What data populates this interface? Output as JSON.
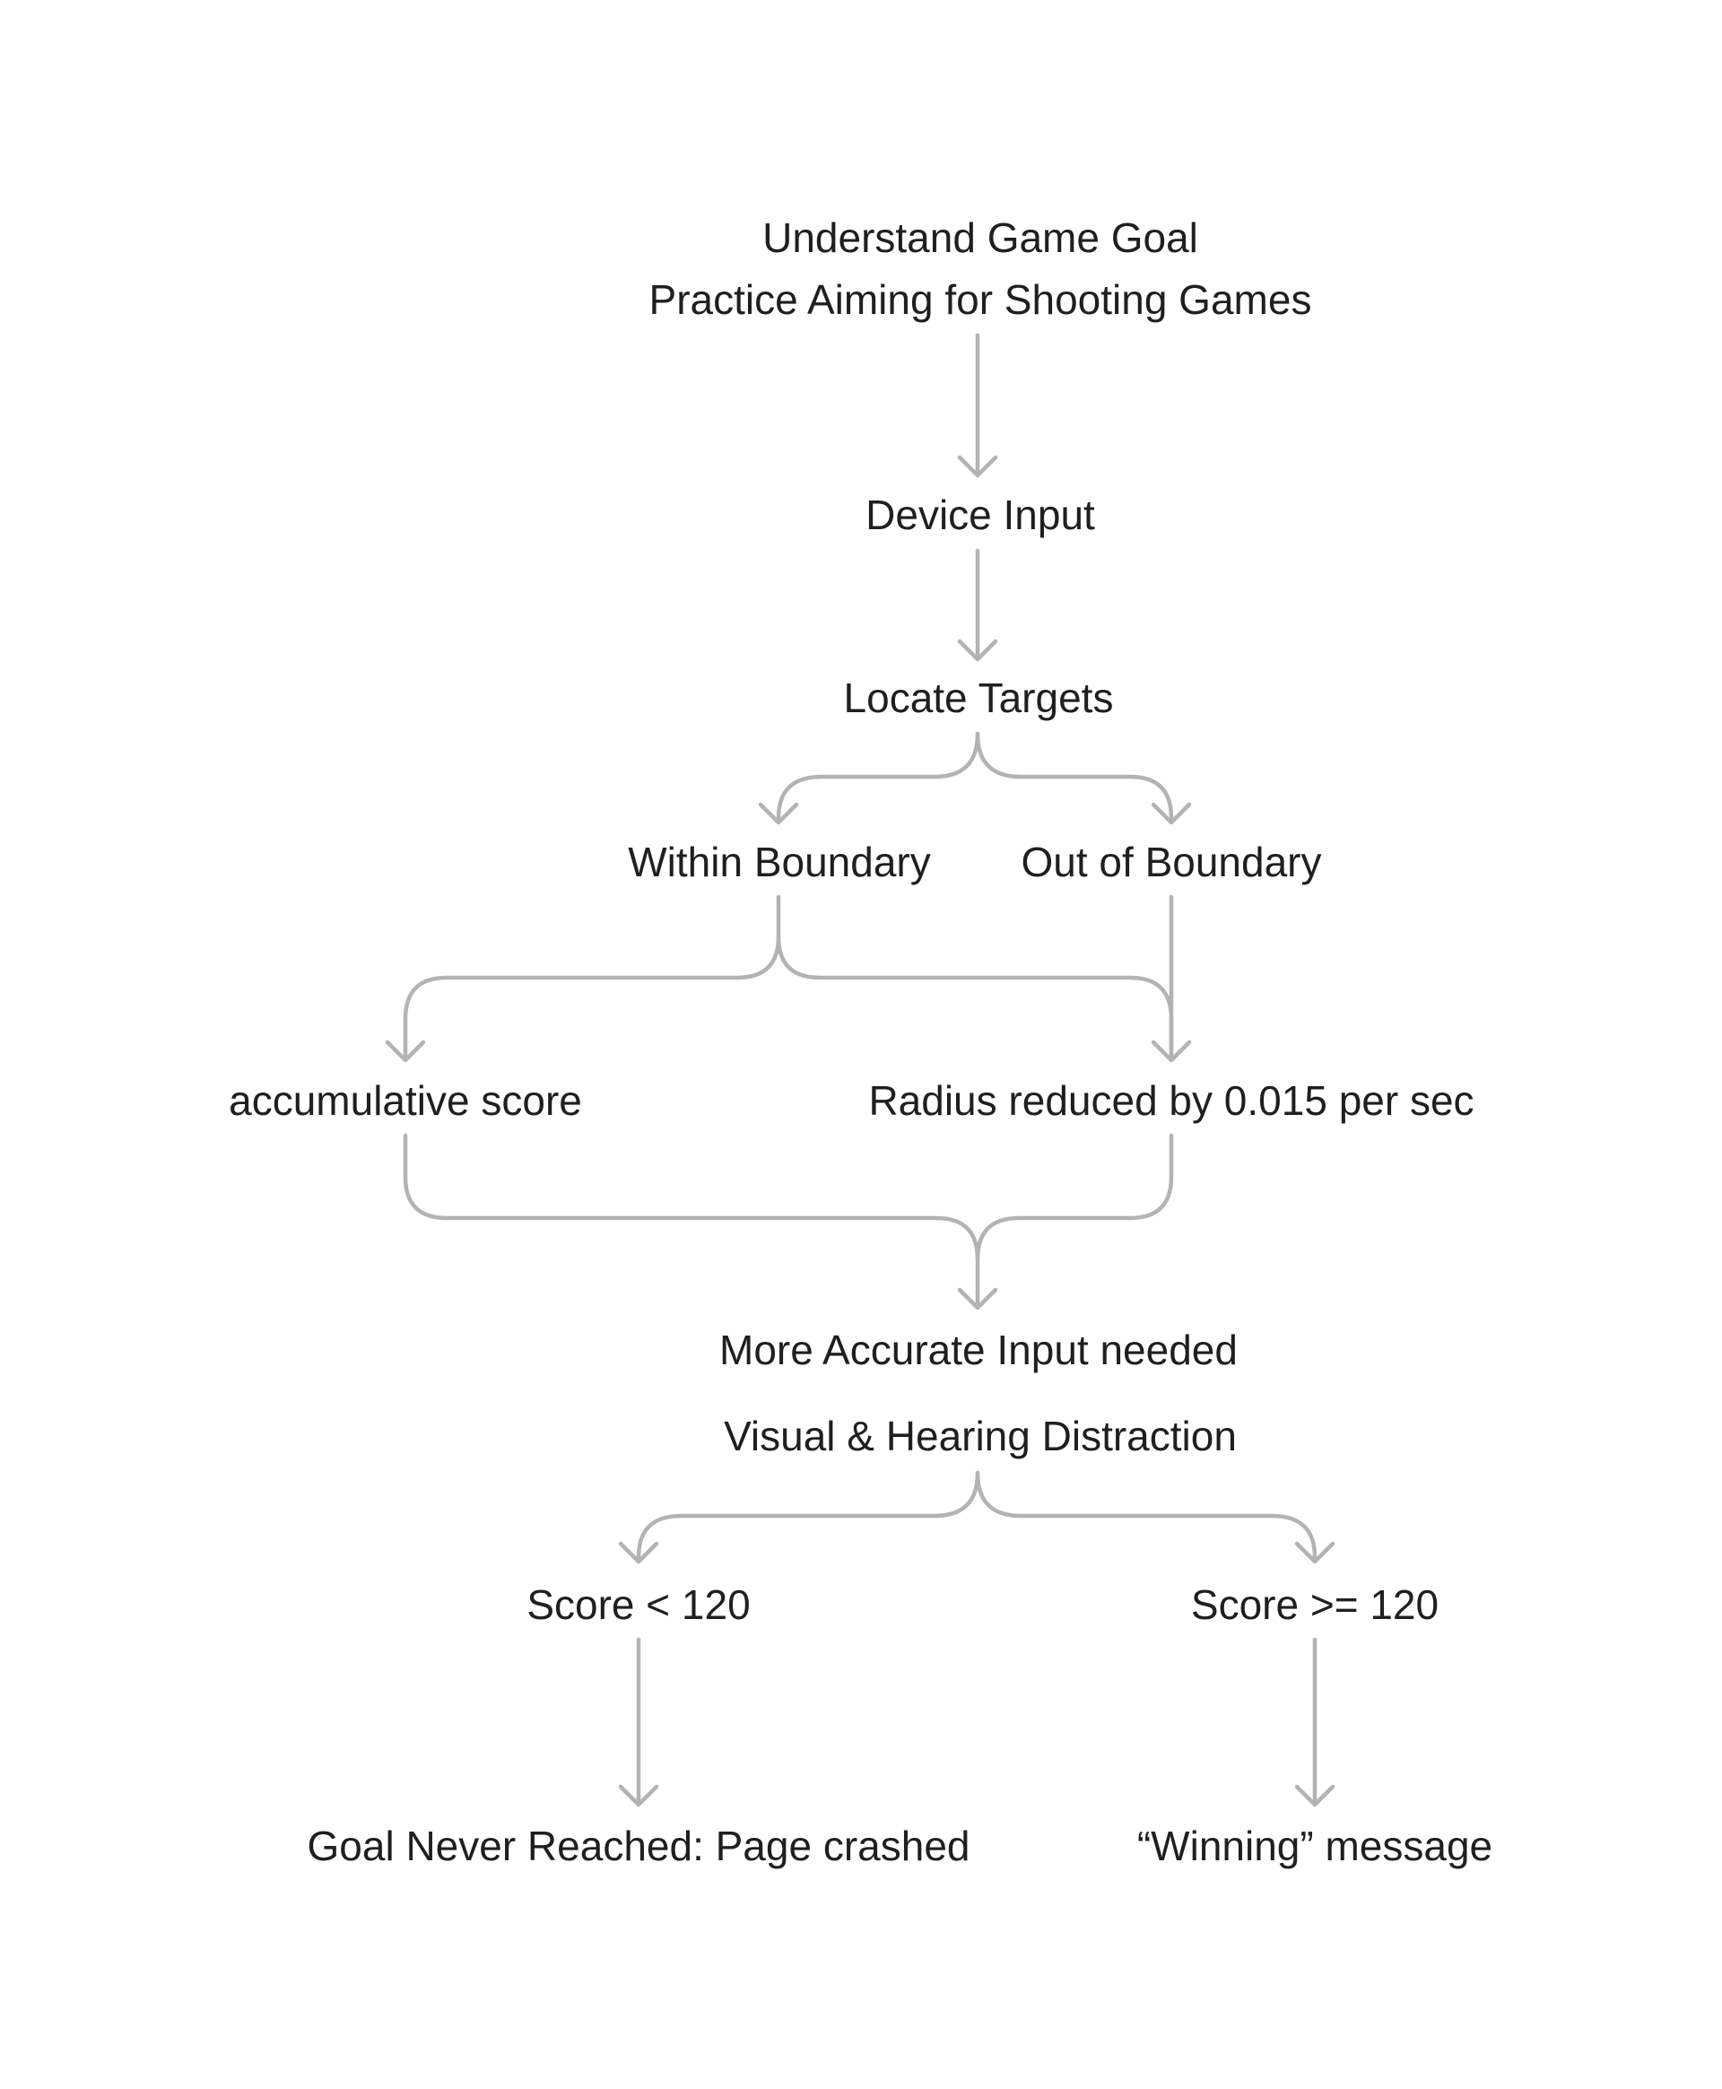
{
  "diagram": {
    "nodes": [
      {
        "id": "goal-title",
        "label": "Understand Game Goal"
      },
      {
        "id": "goal-subtitle",
        "label": "Practice Aiming for Shooting Games"
      },
      {
        "id": "device-input",
        "label": "Device Input"
      },
      {
        "id": "locate-targets",
        "label": "Locate Targets"
      },
      {
        "id": "within-boundary",
        "label": "Within Boundary"
      },
      {
        "id": "out-of-boundary",
        "label": "Out of Boundary"
      },
      {
        "id": "accumulative-score",
        "label": "accumulative score"
      },
      {
        "id": "radius-reduced",
        "label": "Radius reduced by 0.015 per sec"
      },
      {
        "id": "more-accurate-input",
        "label": "More Accurate Input needed"
      },
      {
        "id": "visual-hearing-distraction",
        "label": "Visual & Hearing Distraction"
      },
      {
        "id": "score-below",
        "label": "Score < 120"
      },
      {
        "id": "score-at-least",
        "label": "Score >= 120"
      },
      {
        "id": "goal-never-reached",
        "label": "Goal Never Reached: Page crashed"
      },
      {
        "id": "winning-message",
        "label": "“Winning” message"
      }
    ],
    "edges": [
      {
        "from": "goal-subtitle",
        "to": "device-input"
      },
      {
        "from": "device-input",
        "to": "locate-targets"
      },
      {
        "from": "locate-targets",
        "to": "within-boundary"
      },
      {
        "from": "locate-targets",
        "to": "out-of-boundary"
      },
      {
        "from": "within-boundary",
        "to": "accumulative-score"
      },
      {
        "from": "within-boundary",
        "to": "radius-reduced"
      },
      {
        "from": "out-of-boundary",
        "to": "radius-reduced"
      },
      {
        "from": "accumulative-score",
        "to": "more-accurate-input"
      },
      {
        "from": "radius-reduced",
        "to": "more-accurate-input"
      },
      {
        "from": "visual-hearing-distraction",
        "to": "score-below"
      },
      {
        "from": "visual-hearing-distraction",
        "to": "score-at-least"
      },
      {
        "from": "score-below",
        "to": "goal-never-reached"
      },
      {
        "from": "score-at-least",
        "to": "winning-message"
      }
    ],
    "colors": {
      "text": "#1f1f1f",
      "connector": "#b3b3b3",
      "background": "#ffffff"
    }
  }
}
